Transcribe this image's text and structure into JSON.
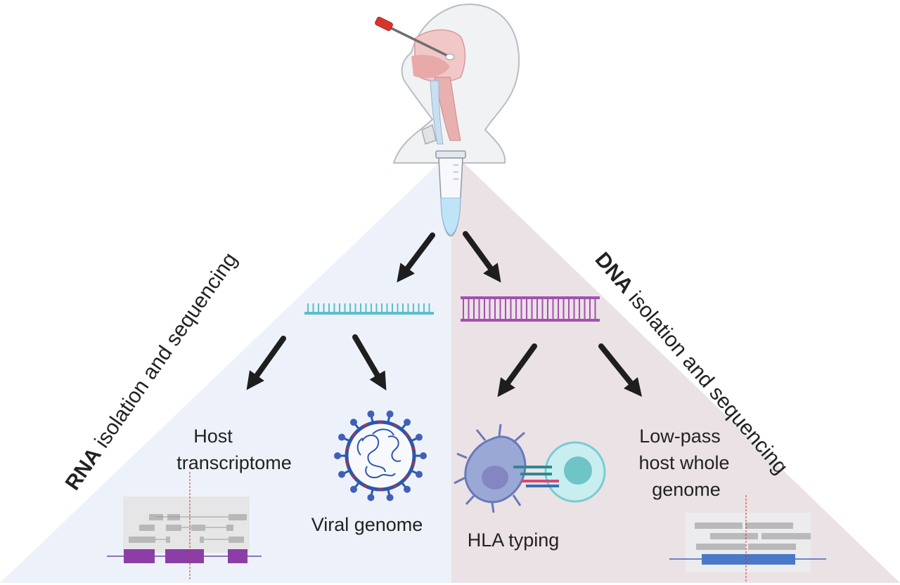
{
  "rna_branch": {
    "title_bold": "RNA",
    "title_rest": " isolation and sequencing",
    "host_transcriptome_line1": "Host",
    "host_transcriptome_line2": "transcriptome",
    "viral_genome": "Viral genome",
    "color": "#5bbfc9",
    "background": "#edf2fa"
  },
  "dna_branch": {
    "title_bold": "DNA",
    "title_rest": " isolation and sequencing",
    "hla_typing": "HLA typing",
    "low_pass_line1": "Low-pass",
    "low_pass_line2": "host whole",
    "low_pass_line3": "genome",
    "color": "#a44fb0",
    "background": "#ebe2e6"
  },
  "icons": [
    "nasal-swab-head-icon",
    "sample-tube-icon",
    "rna-strand-icon",
    "dna-strand-icon",
    "virus-icon",
    "immune-cells-icon",
    "transcript-alignment-icon",
    "genome-reads-icon"
  ]
}
